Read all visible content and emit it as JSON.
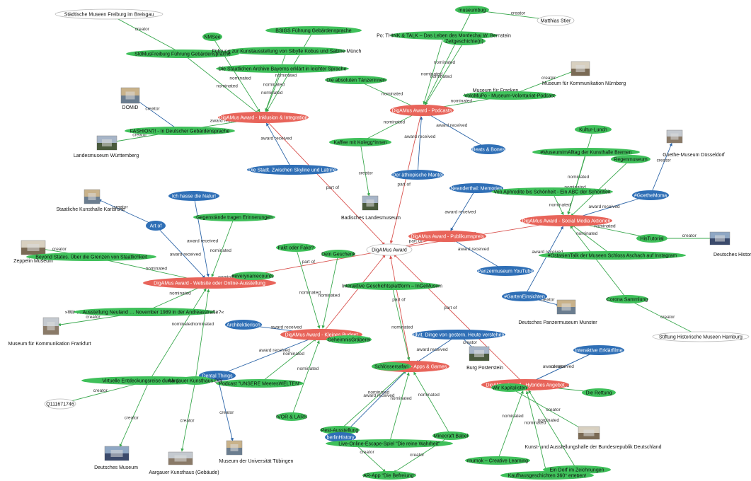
{
  "colors": {
    "award": "#e8645a",
    "entry_green": "#3fc05a",
    "entry_blue": "#2f6fb6",
    "museum": "#ffffff",
    "edge_red": "#d9534f",
    "edge_green": "#3aa84e",
    "edge_blue": "#2e66a8"
  },
  "nodes": [
    {
      "id": "center",
      "label": "DigAMus Award",
      "kind": "white"
    },
    {
      "id": "a_inkl",
      "label": "DigAMus Award - Inklusion & Integration",
      "kind": "award"
    },
    {
      "id": "a_pod",
      "label": "DigAMus Award - Podcasts",
      "kind": "award"
    },
    {
      "id": "a_pub",
      "label": "DigAMus Award - Publikumspreis",
      "kind": "award"
    },
    {
      "id": "a_soc",
      "label": "DigAMus Award - Social Media Aktionen",
      "kind": "award"
    },
    {
      "id": "a_web",
      "label": "DigAMus Award - Website oder Online-Ausstellung",
      "kind": "award"
    },
    {
      "id": "a_klein",
      "label": "DigAMus Award - Kleines Budget",
      "kind": "award"
    },
    {
      "id": "a_apps",
      "label": "DigAMus Award - Apps & Games",
      "kind": "award"
    },
    {
      "id": "a_hyb",
      "label": "DigAMus Award - Hybrides Angebot",
      "kind": "award"
    },
    {
      "id": "m_freib",
      "label": "Städtische Museen Freiburg im Breisgau",
      "kind": "white"
    },
    {
      "id": "m_stier",
      "label": "Matthias Stier",
      "kind": "white"
    },
    {
      "id": "m_q",
      "label": "Q111671746",
      "kind": "white"
    },
    {
      "id": "m_shmh",
      "label": "Stiftung Historische Museen Hamburg",
      "kind": "white"
    },
    {
      "id": "nmsee",
      "label": "NMSee",
      "kind": "green"
    },
    {
      "id": "bsigs",
      "label": "BSIGS Führung Gebärdensprache",
      "kind": "green"
    },
    {
      "id": "museumbug",
      "label": "museumbug",
      "kind": "green"
    },
    {
      "id": "stadtmus",
      "label": "StdMusFreiburg Führung Gebärdensprache",
      "kind": "green"
    },
    {
      "id": "kobus",
      "label": "Führung zur Kunstausstellung von Sibylle Kobus und Sabine Münch",
      "kind": "green"
    },
    {
      "id": "think",
      "label": "Po: THINK & TALK – Das Leben des Mordechai W. Bernstein",
      "kind": "green"
    },
    {
      "id": "zeitg",
      "label": "Zeitgeschichte(n)",
      "kind": "green"
    },
    {
      "id": "archive",
      "label": "Die Staatlichen Archive Bayerns erklärt in leichter Sprache",
      "kind": "green"
    },
    {
      "id": "taenz",
      "label": "Die absoluten Tänzerinnen",
      "kind": "green"
    },
    {
      "id": "volomupo",
      "label": "VoloMuPo - Museum-Volontariat-Podcast",
      "kind": "green"
    },
    {
      "id": "fashion",
      "label": "FASHION?! - In Deutscher Gebärdensprache",
      "kind": "green"
    },
    {
      "id": "kaffee",
      "label": "Kaffee mit Kolegg*innen",
      "kind": "green"
    },
    {
      "id": "beats",
      "label": "Beats & Bones",
      "kind": "blue"
    },
    {
      "id": "skyline",
      "label": "Die Stadt. Zwischen Skyline und Latrine",
      "kind": "blue"
    },
    {
      "id": "mantel",
      "label": "Der äthiopische Mantel",
      "kind": "blue"
    },
    {
      "id": "kultur",
      "label": "Kultur-Lunch",
      "kind": "green"
    },
    {
      "id": "alltag",
      "label": "#MuseumImAlltag der Kunsthalle Bremen",
      "kind": "green"
    },
    {
      "id": "regen",
      "label": "Regenmuseum",
      "kind": "green"
    },
    {
      "id": "neander",
      "label": "Neanderthal: Memories",
      "kind": "blue"
    },
    {
      "id": "aphro",
      "label": "Von Aphrodite bis Schönheit - Ein ABC der Schönheit",
      "kind": "green"
    },
    {
      "id": "goethe",
      "label": "#GoetheMoma",
      "kind": "blue"
    },
    {
      "id": "hasse",
      "label": "Ich hasse die Natur!",
      "kind": "blue"
    },
    {
      "id": "gegen",
      "label": "Gegenstände tragen Erinnerungen",
      "kind": "green"
    },
    {
      "id": "artof",
      "label": "Art of",
      "kind": "blue"
    },
    {
      "id": "beyond",
      "label": "Beyond States. Über die Grenzen von Staatlichkeit",
      "kind": "green"
    },
    {
      "id": "fakt",
      "label": "Fakt oder Fake?",
      "kind": "green"
    },
    {
      "id": "geschenk",
      "label": "Dein Geschenk",
      "kind": "green"
    },
    {
      "id": "histag",
      "label": "HisTutorial",
      "kind": "green"
    },
    {
      "id": "oster",
      "label": "#OstasienTalk der Museen Schloss Aschach auf Instagram",
      "kind": "green"
    },
    {
      "id": "every",
      "label": "#everynamecounts",
      "kind": "green"
    },
    {
      "id": "panzer",
      "label": "Panzermuseum YouTube",
      "kind": "blue"
    },
    {
      "id": "interakt",
      "label": "Interaktive Geschichtsplattform – InGeMusem",
      "kind": "green"
    },
    {
      "id": "neuland",
      "label": "»Wir … Ausstellung Neuland … November 1989 in der Andreasstraße?«",
      "kind": "green"
    },
    {
      "id": "garten",
      "label": "#GartenEinsichten",
      "kind": "blue"
    },
    {
      "id": "corona",
      "label": "Corona Sammlung",
      "kind": "green"
    },
    {
      "id": "archit",
      "label": "Architektierisch",
      "kind": "blue"
    },
    {
      "id": "geheim",
      "label": "GeheimnisGräberei",
      "kind": "green"
    },
    {
      "id": "dinge",
      "label": "udvit. Dinge von gestern. Heute verstehen.",
      "kind": "blue"
    },
    {
      "id": "erklaer",
      "label": "Interaktive Erklärfilme",
      "kind": "blue"
    },
    {
      "id": "schloss",
      "label": "Schlössersafari",
      "kind": "green"
    },
    {
      "id": "dental",
      "label": "Dental Things",
      "kind": "blue"
    },
    {
      "id": "meeres",
      "label": "Podcast \"UNSERE MeeresWELTEN\"",
      "kind": "green"
    },
    {
      "id": "virtuell",
      "label": "Virtuelle Entdeckungsreise durch das DMD",
      "kind": "green"
    },
    {
      "id": "aargdiy",
      "label": "Aargauer Kunsthaus DIY",
      "kind": "green"
    },
    {
      "id": "kapital",
      "label": "Wir Kapitalisten",
      "kind": "green"
    },
    {
      "id": "rettung",
      "label": "Die Rettung",
      "kind": "green"
    },
    {
      "id": "ivor",
      "label": "IVOR & LARS",
      "kind": "green"
    },
    {
      "id": "pest",
      "label": "Pest-Ausstellung",
      "kind": "green"
    },
    {
      "id": "berlinh",
      "label": "berlinHistory",
      "kind": "blue"
    },
    {
      "id": "escape",
      "label": "Live-Online-Escape-Spiel \"Die reine Wahrheit\"",
      "kind": "green"
    },
    {
      "id": "minecraft",
      "label": "Minecraft Babel",
      "kind": "green"
    },
    {
      "id": "arapp",
      "label": "AR-App \"Die Befreiung\"",
      "kind": "green"
    },
    {
      "id": "mumok",
      "label": "mumok – Creative Learning",
      "kind": "green"
    },
    {
      "id": "kaufhaus",
      "label": "Kaufhausgeschichten 360° erleben!",
      "kind": "green"
    },
    {
      "id": "zeichn",
      "label": "Ein Dorf im Zeichnungen",
      "kind": "green"
    }
  ],
  "images": [
    {
      "id": "img_domid",
      "caption": "DOMiD"
    },
    {
      "id": "img_lmw",
      "caption": "Landesmuseum Württemberg"
    },
    {
      "id": "img_nbg",
      "caption": "Museum für Kommunikation Nürnberg"
    },
    {
      "id": "img_nbg2",
      "caption": "Museum für Franken"
    },
    {
      "id": "img_goethe",
      "caption": "Goethe-Museum Düsseldorf"
    },
    {
      "id": "img_karls",
      "caption": "Staatliche Kunsthalle Karlsruhe"
    },
    {
      "id": "img_bad",
      "caption": "Badisches Landesmuseum"
    },
    {
      "id": "img_zepp",
      "caption": "Zeppelin Museum"
    },
    {
      "id": "img_dhm",
      "caption": "Deutsches Historisches Museum"
    },
    {
      "id": "img_ffm",
      "caption": "Museum für Kommunikation Frankfurt"
    },
    {
      "id": "img_munster",
      "caption": "Deutsches Panzermuseum Munster"
    },
    {
      "id": "img_burg",
      "caption": "Burg Posterstein"
    },
    {
      "id": "img_bonn",
      "caption": "Kunst- und Ausstellungshalle der Bundesrepublik Deutschland"
    },
    {
      "id": "img_dm",
      "caption": "Deutsches Museum"
    },
    {
      "id": "img_aarg",
      "caption": "Aargauer Kunsthaus (Gebäude)"
    },
    {
      "id": "img_tueb",
      "caption": "Museum der Universität Tübingen"
    }
  ],
  "edge_labels": {
    "nominated": "nominated",
    "award_received": "award received",
    "part_of": "part of",
    "creator": "creator"
  }
}
